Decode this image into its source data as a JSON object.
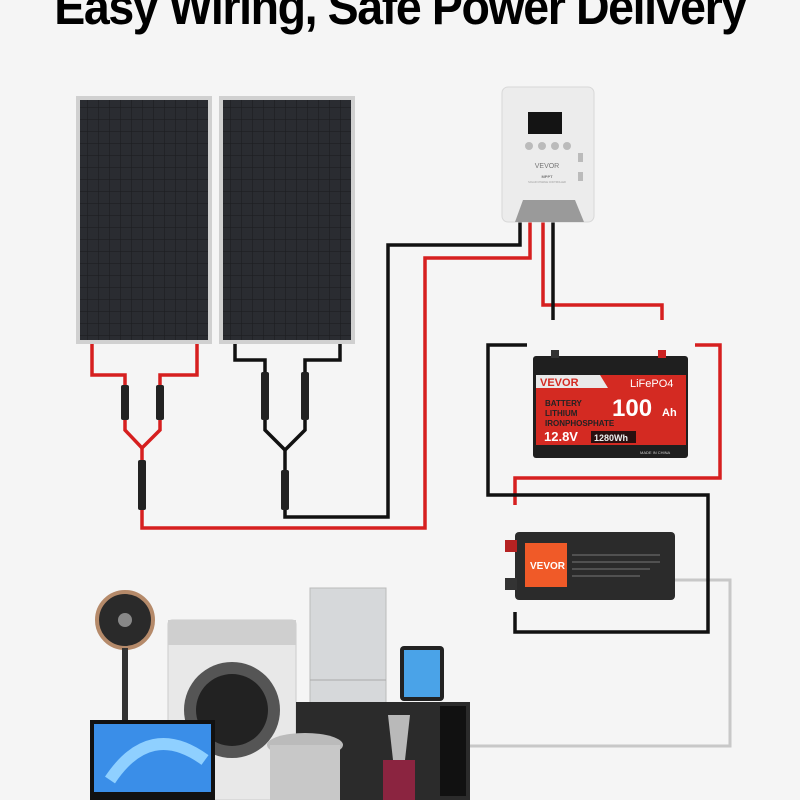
{
  "title": "Easy Wiring, Safe Power Delivery",
  "controller": {
    "brand": "VEVOR",
    "model": "MPPT",
    "subtitle": "SOLAR CHARGE CONTROLLER"
  },
  "battery": {
    "brand": "VEVOR",
    "chemistry": "LiFePO4",
    "line1": "BATTERY",
    "line2": "LITHIUM",
    "line3": "IRONPHOSPHATE",
    "capacity": "100",
    "capacity_unit": "Ah",
    "voltage": "12.8V",
    "energy": "1280Wh",
    "origin": "MADE IN CHINA"
  },
  "inverter": {
    "brand": "VEVOR"
  },
  "colors": {
    "positive_wire": "#d61f1f",
    "negative_wire": "#111111",
    "ac_wire": "#c8c8c8",
    "battery_red": "#d42a22",
    "inverter_orange": "#f05a28"
  }
}
